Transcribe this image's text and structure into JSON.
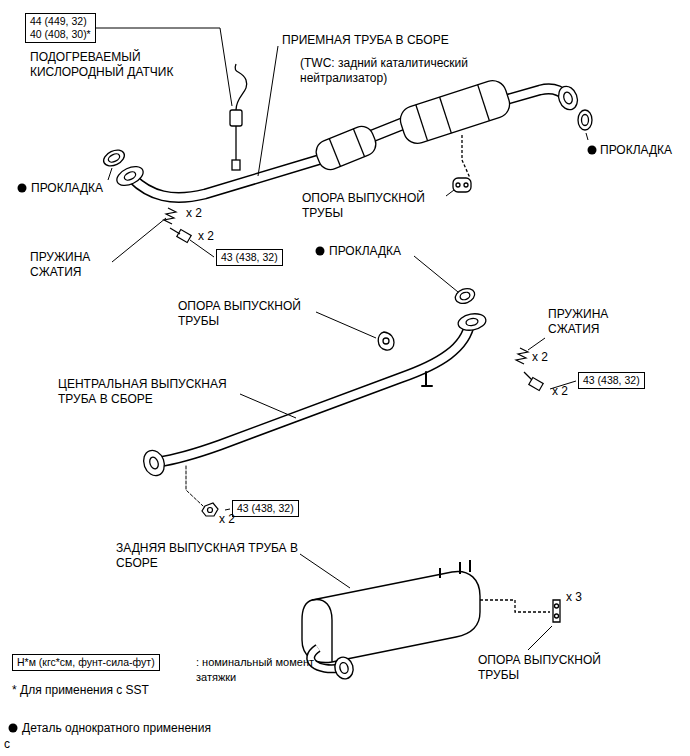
{
  "diagram": {
    "nodes": [
      {
        "text": [
          "44 (449, 32)",
          "40 (408, 30)*"
        ]
      },
      {
        "text": [
          "43 (438, 32)"
        ]
      },
      {
        "text": [
          "43 (438, 32)"
        ]
      },
      {
        "text": [
          "43 (438, 32)"
        ]
      },
      {
        "text": [
          "Н*м (кгс*см, фунт-сила-фут)"
        ]
      }
    ],
    "labels": [
      "ПРИЕМНАЯ ТРУБА В СБОРЕ",
      "ПОДОГРЕВАЕМЫЙ КИСЛОРОДНЫЙ ДАТЧИК",
      "(TWC: задний каталитический нейтрализатор)",
      "ПРОКЛАДКА",
      "ПРОКЛАДКА",
      "ОПОРА ВЫПУСКНОЙ ТРУБЫ",
      "x 2",
      "x 2",
      "ПРУЖИНА СЖАТИЯ",
      "ПРОКЛАДКА",
      "ОПОРА ВЫПУСКНОЙ ТРУБЫ",
      "ПРУЖИНА СЖАТИЯ",
      "x 2",
      "x 2",
      "ЦЕНТРАЛЬНАЯ ВЫПУСКНАЯ ТРУБА В СБОРЕ",
      "x 2",
      "ЗАДНЯЯ ВЫПУСКНАЯ ТРУБА В СБОРЕ",
      "x 3",
      "ОПОРА ВЫПУСКНОЙ ТРУБЫ",
      "* Для применения с SST",
      "c"
    ],
    "legend": [
      {
        "text": ": номинальный момент затяжки"
      },
      {
        "text": "Деталь однократного применения"
      }
    ]
  }
}
